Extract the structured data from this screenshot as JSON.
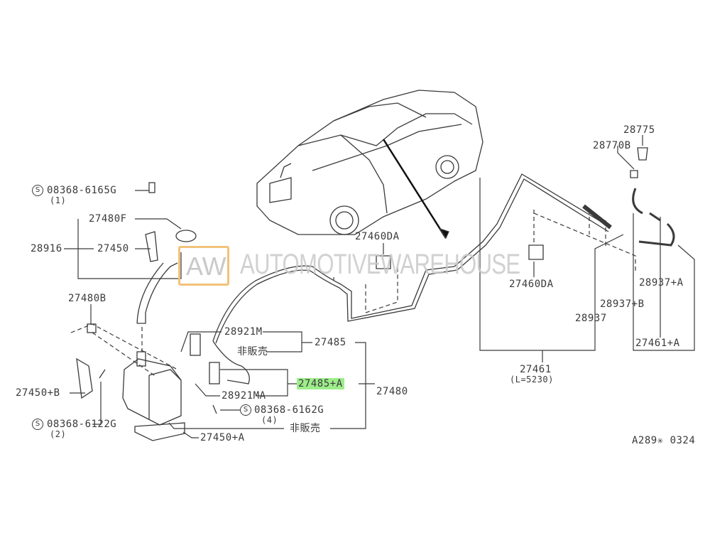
{
  "diagram": {
    "code": "A289✳ 0324",
    "watermark": {
      "logo": "AW",
      "text": "AUTOMOTIVEWAREHOUSE"
    },
    "highlight_color": "#9ded8a",
    "labels": {
      "p28775": "28775",
      "p28770B": "28770B",
      "s6165": "08368-6165G",
      "s6165_qty": "(1)",
      "p27480F": "27480F",
      "p28916": "28916",
      "p27450": "27450",
      "p27460DA_a": "27460DA",
      "p27460DA_b": "27460DA",
      "p28937A": "28937+A",
      "p28937B": "28937+B",
      "p28937": "28937",
      "p27480B": "27480B",
      "p28921M": "28921M",
      "p27485": "27485",
      "nfs1": "非販売",
      "p27461A": "27461+A",
      "p27461": "27461",
      "p27461_len": "(L=5230)",
      "p27485A": "27485+A",
      "p27480": "27480",
      "p27450B": "27450+B",
      "p28921MA": "28921MA",
      "s6162": "08368-6162G",
      "s6162_qty": "(4)",
      "s6122": "08368-6122G",
      "s6122_qty": "(2)",
      "nfs2": "非販売",
      "p27450A": "27450+A"
    },
    "standard_part_symbol": "S"
  }
}
